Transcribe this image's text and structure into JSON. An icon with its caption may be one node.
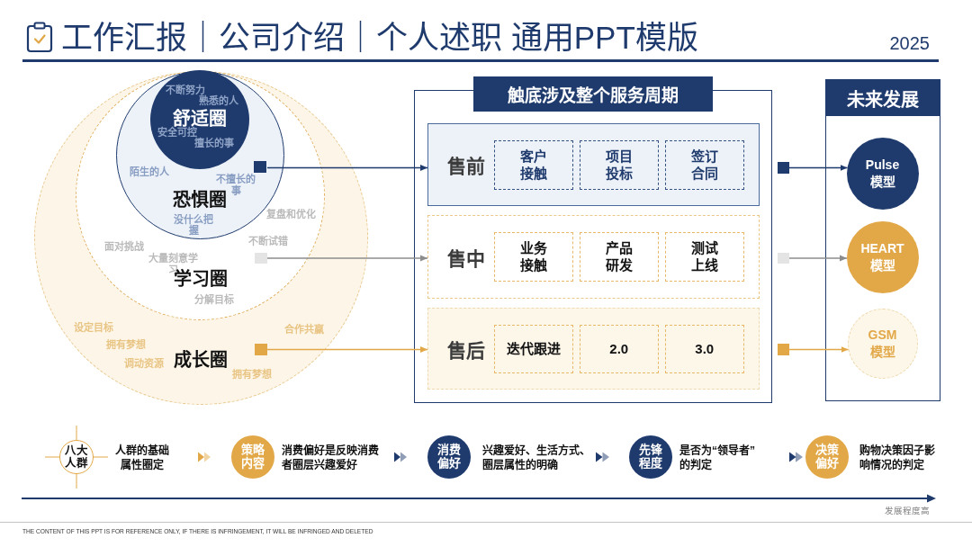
{
  "diagram": {
    "title": "工作汇报｜公司介绍｜个人述职 通用PPT模版",
    "nodes": [
      {
        "text": [
          "设定目标",
          "合作共赢",
          "拥有梦想",
          "调动资源",
          "成长圈",
          "拥有梦想"
        ]
      },
      {
        "text": [
          "复盘和优化",
          "不断试错",
          "面对挑战",
          "大量刻意学习",
          "学习圈",
          "分解目标"
        ],
        "in": 0
      },
      {
        "text": [
          "陌生的人",
          "不擅长的事",
          "恐惧圈",
          "没什么把握"
        ],
        "in": 1
      },
      {
        "text": [
          "不断努力",
          "熟悉的人",
          "舒适圈",
          "安全可控",
          "擅长的事"
        ],
        "in": 2
      },
      {
        "text": [],
        "shape": "box",
        "in": 2
      },
      {
        "text": [],
        "shape": "box",
        "in": 1
      },
      {
        "text": [],
        "shape": "box",
        "in": 0
      },
      {
        "text": [
          "触底涉及整个服务周期"
        ]
      },
      {
        "text": [
          "售前"
        ],
        "in": 7
      },
      {
        "text": [
          "客户接触"
        ],
        "in": 8
      },
      {
        "text": [
          "项目投标"
        ],
        "in": 8
      },
      {
        "text": [
          "签订合同"
        ],
        "in": 8
      },
      {
        "text": [
          "售中"
        ],
        "in": 7
      },
      {
        "text": [
          "业务接触"
        ],
        "in": 12
      },
      {
        "text": [
          "产品研发"
        ],
        "in": 12
      },
      {
        "text": [
          "测试上线"
        ],
        "in": 12
      },
      {
        "text": [
          "售后"
        ],
        "in": 7
      },
      {
        "text": [
          "迭代跟进"
        ],
        "in": 16
      },
      {
        "text": [
          "2.0"
        ],
        "in": 16
      },
      {
        "text": [
          "3.0"
        ],
        "in": 16
      },
      {
        "text": [],
        "shape": "box"
      },
      {
        "text": [],
        "shape": "box"
      },
      {
        "text": [],
        "shape": "box"
      },
      {
        "text": [
          "未来发展"
        ]
      },
      {
        "text": [
          "Pulse 模型"
        ],
        "in": 23
      },
      {
        "text": [
          "HEART 模型"
        ],
        "in": 23
      },
      {
        "text": [
          "GSM 模型"
        ],
        "in": 23
      },
      {
        "text": [
          "八大人群"
        ],
        "beside": [
          "人群的基础属性圈定"
        ]
      },
      {
        "text": [
          "策略内容"
        ],
        "beside": [
          "消费偏好是反映消费者圈层兴趣爱好"
        ]
      },
      {
        "text": [
          "消费偏好"
        ],
        "beside": [
          "兴趣爱好、生活方式、圈层属性的明确"
        ]
      },
      {
        "text": [
          "先锋程度"
        ],
        "beside": [
          "是否为“领导者”的判定"
        ]
      },
      {
        "text": [
          "决策偏好"
        ],
        "beside": [
          "购物决策因子影响情况的判定"
        ]
      }
    ],
    "edges": [
      {
        "from": 4,
        "to": 8,
        "arrow": "to"
      },
      {
        "from": 5,
        "to": 12,
        "arrow": "to",
        "color": "#8c8c8c"
      },
      {
        "from": 6,
        "to": 16,
        "arrow": "to",
        "color": "#e2a848"
      },
      {
        "from": 20,
        "to": 24,
        "arrow": "to"
      },
      {
        "from": 21,
        "to": 25,
        "arrow": "to",
        "color": "#8c8c8c"
      },
      {
        "from": 22,
        "to": 26,
        "arrow": "to",
        "color": "#e2a848"
      },
      {
        "from": 27,
        "to": 28,
        "arrow": "to",
        "color": "#e2a848"
      },
      {
        "from": 28,
        "to": 29,
        "arrow": "to"
      },
      {
        "from": 29,
        "to": 30,
        "arrow": "to"
      },
      {
        "from": 30,
        "to": 31,
        "arrow": "to"
      }
    ],
    "labels": [
      "2025",
      "发展程度高",
      "THE CONTENT OF THIS PPT IS FOR REFERENCE ONLY, IF THERE IS INFRINGEMENT, IT WILL BE INFRINGED AND DELETED"
    ]
  }
}
